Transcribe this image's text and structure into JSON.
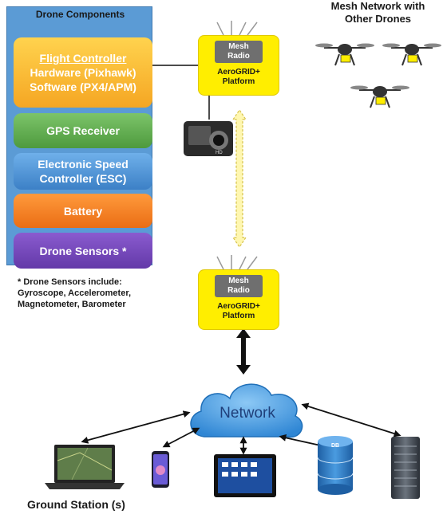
{
  "components": {
    "title": "Drone Components",
    "flight_controller": {
      "heading": "Flight Controller",
      "hardware": "Hardware (Pixhawk)",
      "software": "Software (PX4/APM)"
    },
    "gps": "GPS Receiver",
    "esc_line1": "Electronic Speed",
    "esc_line2": "Controller (ESC)",
    "battery": "Battery",
    "sensors": "Drone Sensors *"
  },
  "sensor_note": {
    "line1": "* Drone Sensors include:",
    "line2": "Gyroscope, Accelerometer,",
    "line3": "Magnetometer, Barometer"
  },
  "aerogrid_top": {
    "radio_line1": "Mesh",
    "radio_line2": "Radio",
    "platform_line1": "AeroGRID+",
    "platform_line2": "Platform"
  },
  "aerogrid_bottom": {
    "radio_line1": "Mesh",
    "radio_line2": "Radio",
    "platform_line1": "AeroGRID+",
    "platform_line2": "Platform"
  },
  "mesh_network": {
    "line1": "Mesh Network with",
    "line2": "Other Drones"
  },
  "network": "Network",
  "ground_station": "Ground Station (s)",
  "database_label": "DB",
  "camera_label": "HD",
  "colors": {
    "platform": "#ffee00",
    "radio": "#6f6f6f",
    "cloud": "#2f86d4",
    "stack_bg": "#5b9bd5"
  }
}
